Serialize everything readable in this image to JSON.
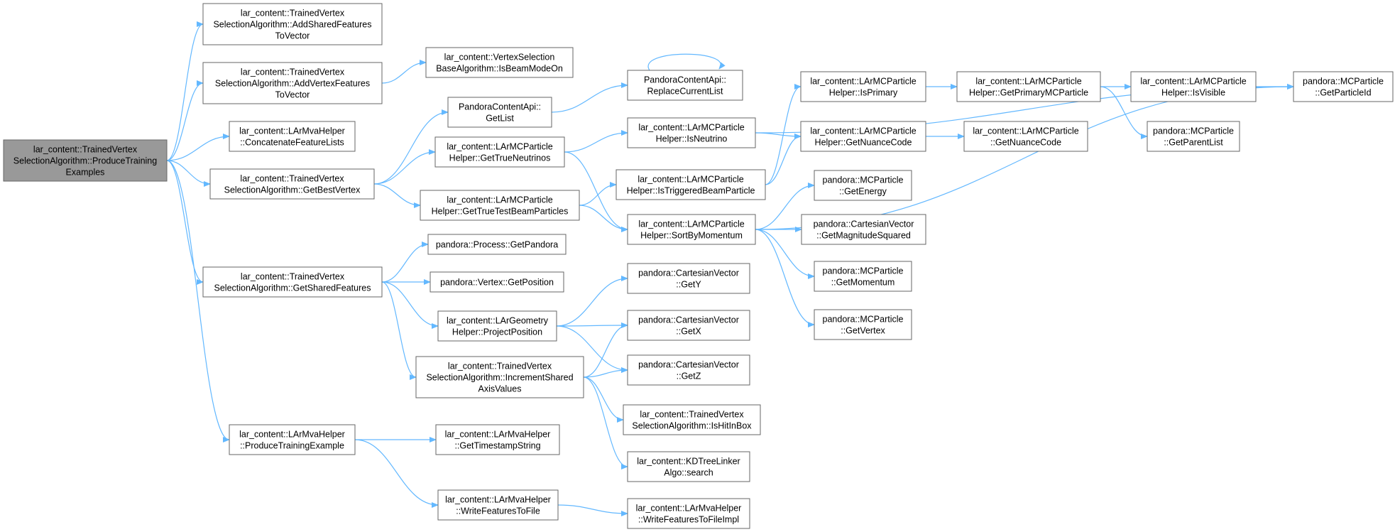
{
  "diagram": {
    "type": "call-graph",
    "nodes": [
      {
        "id": "root",
        "lines": [
          "lar_content::TrainedVertex",
          "SelectionAlgorithm::ProduceTraining",
          "Examples"
        ],
        "highlight": true
      },
      {
        "id": "addShared",
        "lines": [
          "lar_content::TrainedVertex",
          "SelectionAlgorithm::AddSharedFeatures",
          "ToVector"
        ]
      },
      {
        "id": "addVertex",
        "lines": [
          "lar_content::TrainedVertex",
          "SelectionAlgorithm::AddVertexFeatures",
          "ToVector"
        ]
      },
      {
        "id": "concat",
        "lines": [
          "lar_content::LArMvaHelper",
          "::ConcatenateFeatureLists"
        ]
      },
      {
        "id": "getBest",
        "lines": [
          "lar_content::TrainedVertex",
          "SelectionAlgorithm::GetBestVertex"
        ]
      },
      {
        "id": "getSharedF",
        "lines": [
          "lar_content::TrainedVertex",
          "SelectionAlgorithm::GetSharedFeatures"
        ]
      },
      {
        "id": "produceEx",
        "lines": [
          "lar_content::LArMvaHelper",
          "::ProduceTrainingExample"
        ]
      },
      {
        "id": "isBeam",
        "lines": [
          "lar_content::VertexSelection",
          "BaseAlgorithm::IsBeamModeOn"
        ]
      },
      {
        "id": "getList",
        "lines": [
          "PandoraContentApi::",
          "GetList"
        ]
      },
      {
        "id": "trueNeut",
        "lines": [
          "lar_content::LArMCParticle",
          "Helper::GetTrueNeutrinos"
        ]
      },
      {
        "id": "trueTB",
        "lines": [
          "lar_content::LArMCParticle",
          "Helper::GetTrueTestBeamParticles"
        ]
      },
      {
        "id": "getPandora",
        "lines": [
          "pandora::Process::GetPandora"
        ]
      },
      {
        "id": "getPos",
        "lines": [
          "pandora::Vertex::GetPosition"
        ]
      },
      {
        "id": "projPos",
        "lines": [
          "lar_content::LArGeometry",
          "Helper::ProjectPosition"
        ]
      },
      {
        "id": "incAxis",
        "lines": [
          "lar_content::TrainedVertex",
          "SelectionAlgorithm::IncrementShared",
          "AxisValues"
        ]
      },
      {
        "id": "timestamp",
        "lines": [
          "lar_content::LArMvaHelper",
          "::GetTimestampString"
        ]
      },
      {
        "id": "writeF",
        "lines": [
          "lar_content::LArMvaHelper",
          "::WriteFeaturesToFile"
        ]
      },
      {
        "id": "replaceList",
        "lines": [
          "PandoraContentApi::",
          "ReplaceCurrentList"
        ]
      },
      {
        "id": "isNeut",
        "lines": [
          "lar_content::LArMCParticle",
          "Helper::IsNeutrino"
        ]
      },
      {
        "id": "isTrig",
        "lines": [
          "lar_content::LArMCParticle",
          "Helper::IsTriggeredBeamParticle"
        ]
      },
      {
        "id": "sortMom",
        "lines": [
          "lar_content::LArMCParticle",
          "Helper::SortByMomentum"
        ]
      },
      {
        "id": "getY",
        "lines": [
          "pandora::CartesianVector",
          "::GetY"
        ]
      },
      {
        "id": "getX",
        "lines": [
          "pandora::CartesianVector",
          "::GetX"
        ]
      },
      {
        "id": "getZ",
        "lines": [
          "pandora::CartesianVector",
          "::GetZ"
        ]
      },
      {
        "id": "isHit",
        "lines": [
          "lar_content::TrainedVertex",
          "SelectionAlgorithm::IsHitInBox"
        ]
      },
      {
        "id": "kdSearch",
        "lines": [
          "lar_content::KDTreeLinker",
          "Algo::search"
        ]
      },
      {
        "id": "writeImpl",
        "lines": [
          "lar_content::LArMvaHelper",
          "::WriteFeaturesToFileImpl"
        ]
      },
      {
        "id": "isPrimary",
        "lines": [
          "lar_content::LArMCParticle",
          "Helper::IsPrimary"
        ]
      },
      {
        "id": "nuance",
        "lines": [
          "lar_content::LArMCParticle",
          "Helper::GetNuanceCode"
        ]
      },
      {
        "id": "getEnergy",
        "lines": [
          "pandora::MCParticle",
          "::GetEnergy"
        ]
      },
      {
        "id": "magSq",
        "lines": [
          "pandora::CartesianVector",
          "::GetMagnitudeSquared"
        ]
      },
      {
        "id": "getMom",
        "lines": [
          "pandora::MCParticle",
          "::GetMomentum"
        ]
      },
      {
        "id": "getVertex",
        "lines": [
          "pandora::MCParticle",
          "::GetVertex"
        ]
      },
      {
        "id": "primMC",
        "lines": [
          "lar_content::LArMCParticle",
          "Helper::GetPrimaryMCParticle"
        ]
      },
      {
        "id": "mcNuance",
        "lines": [
          "lar_content::LArMCParticle",
          "::GetNuanceCode"
        ]
      },
      {
        "id": "isVisible",
        "lines": [
          "lar_content::LArMCParticle",
          "Helper::IsVisible"
        ]
      },
      {
        "id": "parentList",
        "lines": [
          "pandora::MCParticle",
          "::GetParentList"
        ]
      },
      {
        "id": "particleId",
        "lines": [
          "pandora::MCParticle",
          "::GetParticleId"
        ]
      }
    ],
    "edges": [
      [
        "root",
        "addShared"
      ],
      [
        "root",
        "addVertex"
      ],
      [
        "root",
        "concat"
      ],
      [
        "root",
        "getBest"
      ],
      [
        "root",
        "getSharedF"
      ],
      [
        "root",
        "produceEx"
      ],
      [
        "addVertex",
        "isBeam"
      ],
      [
        "getBest",
        "getList"
      ],
      [
        "getBest",
        "trueNeut"
      ],
      [
        "getBest",
        "trueTB"
      ],
      [
        "getSharedF",
        "getPandora"
      ],
      [
        "getSharedF",
        "getPos"
      ],
      [
        "getSharedF",
        "projPos"
      ],
      [
        "getSharedF",
        "incAxis"
      ],
      [
        "produceEx",
        "timestamp"
      ],
      [
        "produceEx",
        "writeF"
      ],
      [
        "getList",
        "replaceList"
      ],
      [
        "replaceList",
        "replaceList"
      ],
      [
        "trueNeut",
        "isNeut"
      ],
      [
        "trueNeut",
        "sortMom"
      ],
      [
        "trueTB",
        "isTrig"
      ],
      [
        "trueTB",
        "sortMom"
      ],
      [
        "projPos",
        "getY"
      ],
      [
        "projPos",
        "getX"
      ],
      [
        "projPos",
        "getZ"
      ],
      [
        "incAxis",
        "getX"
      ],
      [
        "incAxis",
        "getZ"
      ],
      [
        "incAxis",
        "isHit"
      ],
      [
        "incAxis",
        "kdSearch"
      ],
      [
        "writeF",
        "writeImpl"
      ],
      [
        "isNeut",
        "nuance"
      ],
      [
        "isNeut",
        "particleId"
      ],
      [
        "isTrig",
        "isPrimary"
      ],
      [
        "isTrig",
        "nuance"
      ],
      [
        "sortMom",
        "getEnergy"
      ],
      [
        "sortMom",
        "magSq"
      ],
      [
        "sortMom",
        "getMom"
      ],
      [
        "sortMom",
        "getVertex"
      ],
      [
        "sortMom",
        "particleId"
      ],
      [
        "isPrimary",
        "primMC"
      ],
      [
        "nuance",
        "mcNuance"
      ],
      [
        "primMC",
        "isVisible"
      ],
      [
        "primMC",
        "parentList"
      ],
      [
        "isVisible",
        "particleId"
      ]
    ]
  }
}
